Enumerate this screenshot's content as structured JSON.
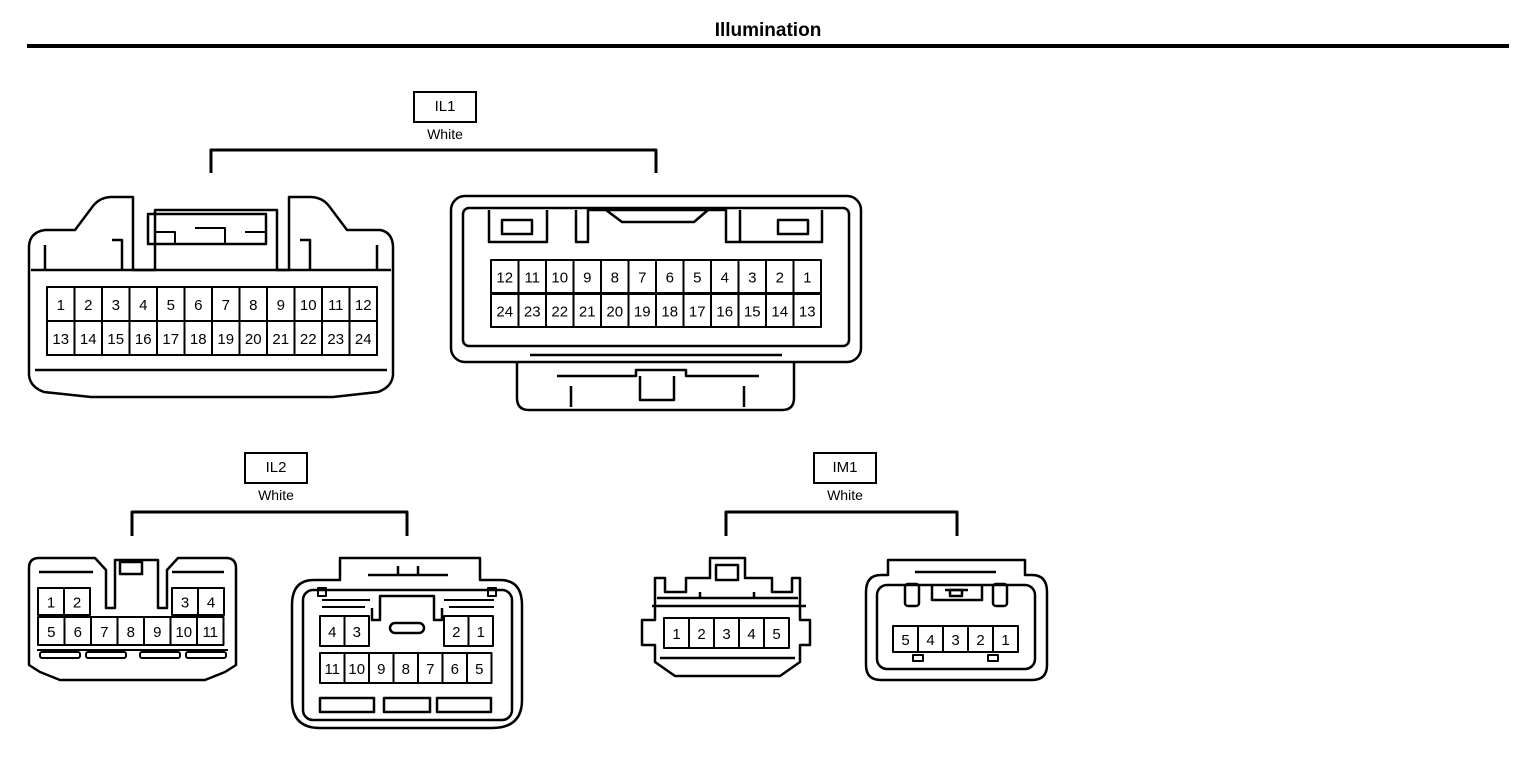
{
  "title": "Illumination",
  "connectors": [
    {
      "code": "IL1",
      "color": "White",
      "female_rows": [
        [
          "1",
          "2",
          "3",
          "4",
          "5",
          "6",
          "7",
          "8",
          "9",
          "10",
          "11",
          "12"
        ],
        [
          "13",
          "14",
          "15",
          "16",
          "17",
          "18",
          "19",
          "20",
          "21",
          "22",
          "23",
          "24"
        ]
      ],
      "male_rows": [
        [
          "12",
          "11",
          "10",
          "9",
          "8",
          "7",
          "6",
          "5",
          "4",
          "3",
          "2",
          "1"
        ],
        [
          "24",
          "23",
          "22",
          "21",
          "20",
          "19",
          "18",
          "17",
          "16",
          "15",
          "14",
          "13"
        ]
      ]
    },
    {
      "code": "IL2",
      "color": "White",
      "female_rows": [
        [
          "1",
          "2",
          "3",
          "4"
        ],
        [
          "5",
          "6",
          "7",
          "8",
          "9",
          "10",
          "11"
        ]
      ],
      "male_rows": [
        [
          "4",
          "3",
          "2",
          "1"
        ],
        [
          "11",
          "10",
          "9",
          "8",
          "7",
          "6",
          "5"
        ]
      ]
    },
    {
      "code": "IM1",
      "color": "White",
      "female_rows": [
        [
          "1",
          "2",
          "3",
          "4",
          "5"
        ]
      ],
      "male_rows": [
        [
          "5",
          "4",
          "3",
          "2",
          "1"
        ]
      ]
    }
  ]
}
